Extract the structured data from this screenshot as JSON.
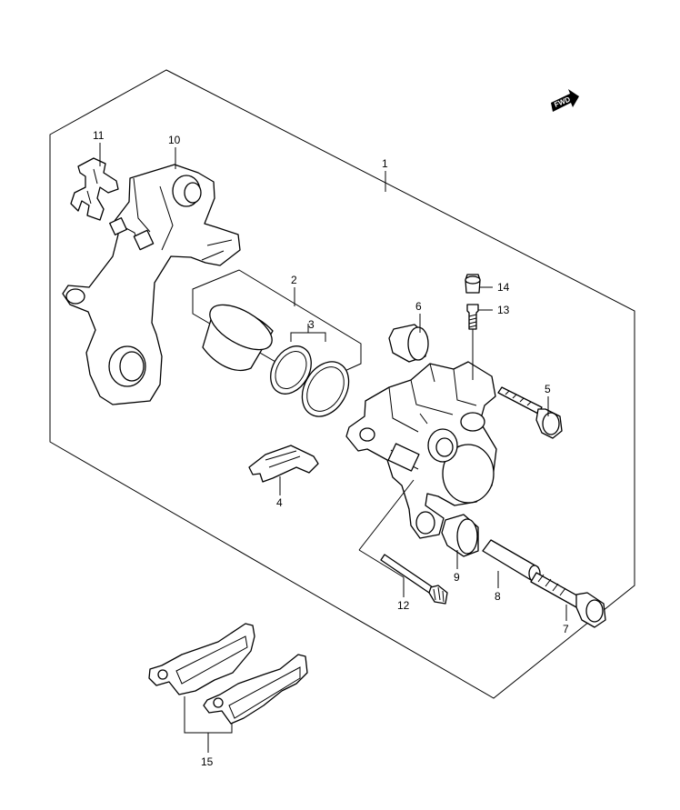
{
  "orientation_badge": {
    "text": "FWD",
    "icon": "forward-arrow-icon"
  },
  "callouts": [
    {
      "id": "1",
      "label": "1"
    },
    {
      "id": "2",
      "label": "2"
    },
    {
      "id": "3",
      "label": "3"
    },
    {
      "id": "4",
      "label": "4"
    },
    {
      "id": "5",
      "label": "5"
    },
    {
      "id": "6",
      "label": "6"
    },
    {
      "id": "7",
      "label": "7"
    },
    {
      "id": "8",
      "label": "8"
    },
    {
      "id": "9",
      "label": "9"
    },
    {
      "id": "10",
      "label": "10"
    },
    {
      "id": "11",
      "label": "11"
    },
    {
      "id": "12",
      "label": "12"
    },
    {
      "id": "13",
      "label": "13"
    },
    {
      "id": "14",
      "label": "14"
    },
    {
      "id": "15",
      "label": "15"
    }
  ]
}
